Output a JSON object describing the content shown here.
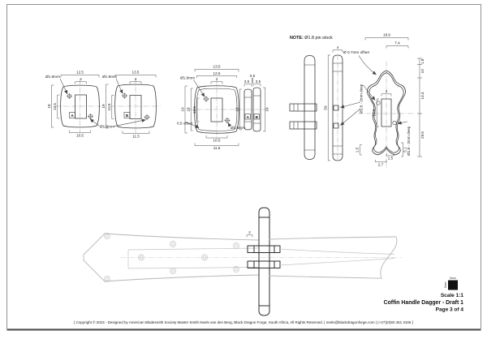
{
  "sheet": {
    "note_label": "NOTE:",
    "note_text": " Ø1.8 pin stock",
    "footer": "[ Copyright © 2023 - Designed by American Bladesmith Society Master Smith Neels van den Berg, Black Dragon Forge, South Africa, All Rights Reserved.  |  neels@blackdragonforge.com  |  (+27)(0)83 451 3105 ]"
  },
  "title_block": {
    "scale": "Scale 1:1",
    "title": "Coffin Handle Dagger - Draft 1",
    "page": "Page 3 of 4",
    "swatch_top": "5mm",
    "swatch_side": "5mm"
  },
  "plate_a": {
    "letter": "A",
    "w": "12.5",
    "slot_w": "4",
    "h": "18",
    "slot_h": "10.5",
    "pin_span": "10.5",
    "pin_dia": "Ø1.8mm"
  },
  "plate_b": {
    "letter": "B",
    "w": "13.5",
    "slot_w": "4",
    "h": "19",
    "slot_h": "10.5",
    "pin_span": "11.5",
    "pin_dia": "Ø1.8mm"
  },
  "pins_shared": {
    "pin_dia": "Ø1.8mm"
  },
  "stack": {
    "w_outer": "13.5",
    "w_inner": "12.5",
    "slot_w": "4",
    "h_outer": "19",
    "h_inner": "18",
    "slot_h": "10.5",
    "span_inner": "10.5",
    "span_outer": "11.5",
    "pin_top": "Ø1.8mm",
    "pin_bottom": "Ø1.8mm",
    "offset": "0.5 offset"
  },
  "side_view": {
    "t1": "3.5",
    "gap": "0.5",
    "t2": "3.5",
    "h_left": "18",
    "h_right": "19",
    "letter_left": "A",
    "letter_right": "B"
  },
  "pin_bar": {
    "w": "4",
    "len": "59",
    "hole_note": "Ø1.8 - 2mm deep"
  },
  "profile": {
    "w": "18.9",
    "w_inner": "7.4",
    "seg1": "1.8",
    "seg2": "10",
    "seg3": "14.4",
    "seg4": "29.5",
    "slot_w": "4",
    "slot_h": "10.5",
    "offset_note": "Ø 0.7mm offset",
    "hole_note": "Ø1.8 - 2mm deep",
    "foot_left": "1.5",
    "notch_w": "2.7",
    "foot_inner": "1.5",
    "foot_h": "5.1"
  },
  "assembly": {
    "guard_offset": "2"
  },
  "colors": {
    "line": "#3a3a3a",
    "dim": "#1a1a1a",
    "gray_drawing": "#b5b5b5",
    "paper": "#ffffff"
  }
}
